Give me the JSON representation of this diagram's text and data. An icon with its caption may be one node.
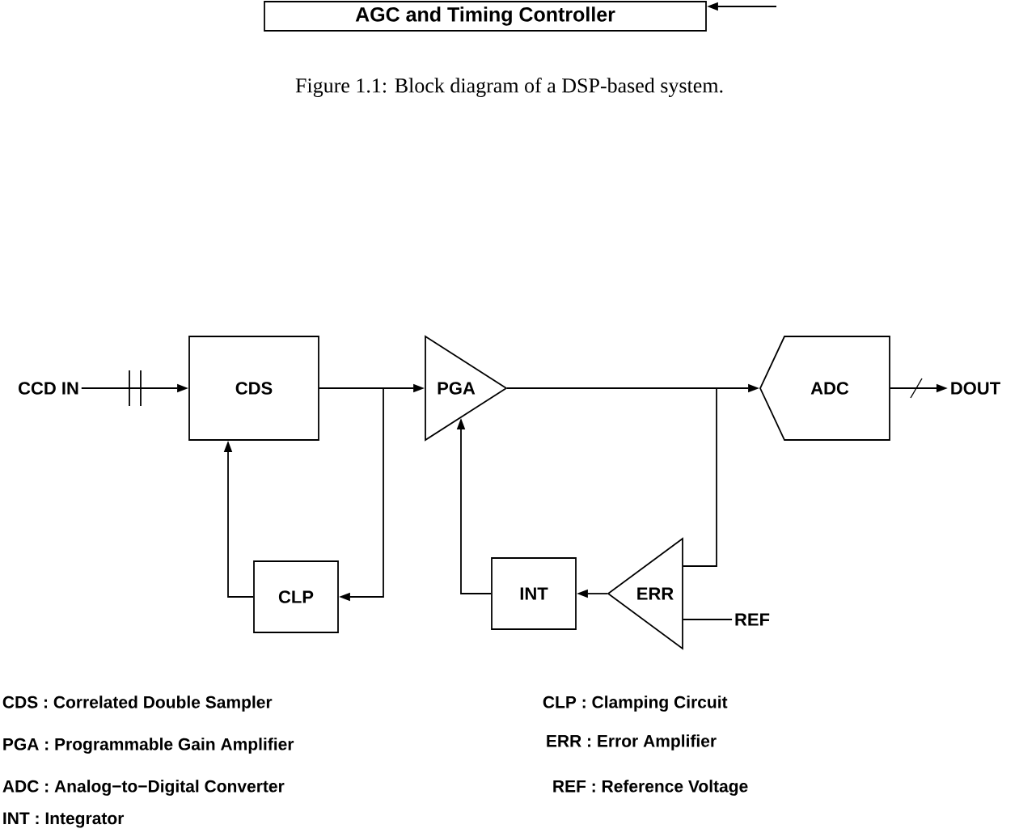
{
  "diagram": {
    "caption": "Figure 1.1: Block diagram of a DSP-based system.",
    "nodes": [
      {
        "text": [
          "AGC and Timing Controller"
        ]
      },
      {
        "text": [
          "CCD IN"
        ]
      },
      {
        "text": [
          "CDS"
        ]
      },
      {
        "text": [
          "PGA"
        ]
      },
      {
        "text": [
          "ADC"
        ]
      },
      {
        "text": [
          "DOUT"
        ]
      },
      {
        "text": [
          "CLP"
        ]
      },
      {
        "text": [
          "INT"
        ]
      },
      {
        "text": [
          "ERR"
        ]
      },
      {
        "text": [
          "REF"
        ]
      }
    ],
    "edges": [
      {
        "from": null,
        "to": 0,
        "arrow": "to"
      },
      {
        "from": 1,
        "to": 2,
        "arrow": "to"
      },
      {
        "from": 2,
        "to": 3,
        "arrow": "to"
      },
      {
        "from": 2,
        "to": 6,
        "arrow": "to"
      },
      {
        "from": 6,
        "to": 2,
        "arrow": "to"
      },
      {
        "from": 3,
        "to": 4,
        "arrow": "to"
      },
      {
        "from": 3,
        "to": 8,
        "arrow": "none"
      },
      {
        "from": 9,
        "to": 8,
        "arrow": "none"
      },
      {
        "from": 8,
        "to": 7,
        "arrow": "to"
      },
      {
        "from": 7,
        "to": 3,
        "arrow": "to"
      },
      {
        "from": 4,
        "to": 5,
        "arrow": "to"
      }
    ],
    "labels": [
      "CDS : Correlated Double Sampler",
      "CLP : Clamping Circuit",
      "PGA : Programmable Gain Amplifier",
      "ERR : Error Amplifier",
      "ADC : Analog−to−Digital Converter",
      "REF : Reference Voltage",
      "INT : Integrator"
    ]
  }
}
